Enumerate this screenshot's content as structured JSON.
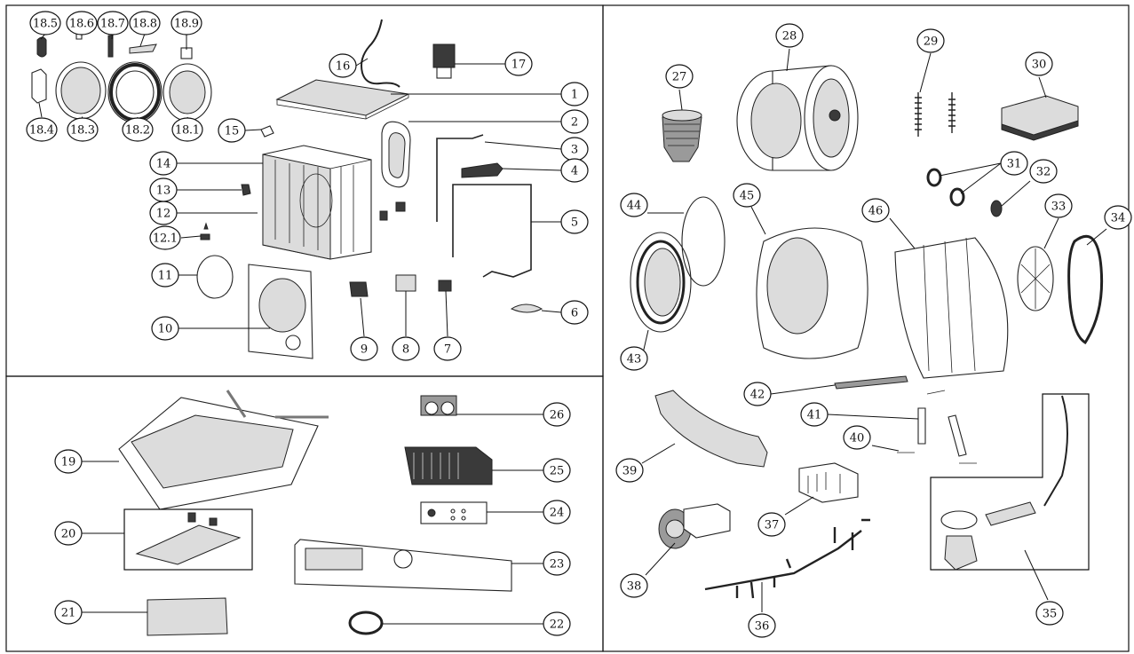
{
  "callouts": [
    {
      "id": "c18_5",
      "label": "18.5"
    },
    {
      "id": "c18_6",
      "label": "18.6"
    },
    {
      "id": "c18_7",
      "label": "18.7"
    },
    {
      "id": "c18_8",
      "label": "18.8"
    },
    {
      "id": "c18_9",
      "label": "18.9"
    },
    {
      "id": "c18_4",
      "label": "18.4"
    },
    {
      "id": "c18_3",
      "label": "18.3"
    },
    {
      "id": "c18_2",
      "label": "18.2"
    },
    {
      "id": "c18_1",
      "label": "18.1"
    },
    {
      "id": "c16",
      "label": "16"
    },
    {
      "id": "c17",
      "label": "17"
    },
    {
      "id": "c1",
      "label": "1"
    },
    {
      "id": "c2",
      "label": "2"
    },
    {
      "id": "c3",
      "label": "3"
    },
    {
      "id": "c4",
      "label": "4"
    },
    {
      "id": "c5",
      "label": "5"
    },
    {
      "id": "c6",
      "label": "6"
    },
    {
      "id": "c7",
      "label": "7"
    },
    {
      "id": "c8",
      "label": "8"
    },
    {
      "id": "c9",
      "label": "9"
    },
    {
      "id": "c10",
      "label": "10"
    },
    {
      "id": "c11",
      "label": "11"
    },
    {
      "id": "c12_1",
      "label": "12.1"
    },
    {
      "id": "c12",
      "label": "12"
    },
    {
      "id": "c13",
      "label": "13"
    },
    {
      "id": "c14",
      "label": "14"
    },
    {
      "id": "c15",
      "label": "15"
    },
    {
      "id": "c19",
      "label": "19"
    },
    {
      "id": "c20",
      "label": "20"
    },
    {
      "id": "c21",
      "label": "21"
    },
    {
      "id": "c22",
      "label": "22"
    },
    {
      "id": "c23",
      "label": "23"
    },
    {
      "id": "c24",
      "label": "24"
    },
    {
      "id": "c25",
      "label": "25"
    },
    {
      "id": "c26",
      "label": "26"
    },
    {
      "id": "c27",
      "label": "27"
    },
    {
      "id": "c28",
      "label": "28"
    },
    {
      "id": "c29",
      "label": "29"
    },
    {
      "id": "c30",
      "label": "30"
    },
    {
      "id": "c31",
      "label": "31"
    },
    {
      "id": "c32",
      "label": "32"
    },
    {
      "id": "c33",
      "label": "33"
    },
    {
      "id": "c34",
      "label": "34"
    },
    {
      "id": "c35",
      "label": "35"
    },
    {
      "id": "c36",
      "label": "36"
    },
    {
      "id": "c37",
      "label": "37"
    },
    {
      "id": "c38",
      "label": "38"
    },
    {
      "id": "c39",
      "label": "39"
    },
    {
      "id": "c40",
      "label": "40"
    },
    {
      "id": "c41",
      "label": "41"
    },
    {
      "id": "c42",
      "label": "42"
    },
    {
      "id": "c43",
      "label": "43"
    },
    {
      "id": "c44",
      "label": "44"
    },
    {
      "id": "c45",
      "label": "45"
    },
    {
      "id": "c46",
      "label": "46"
    }
  ]
}
